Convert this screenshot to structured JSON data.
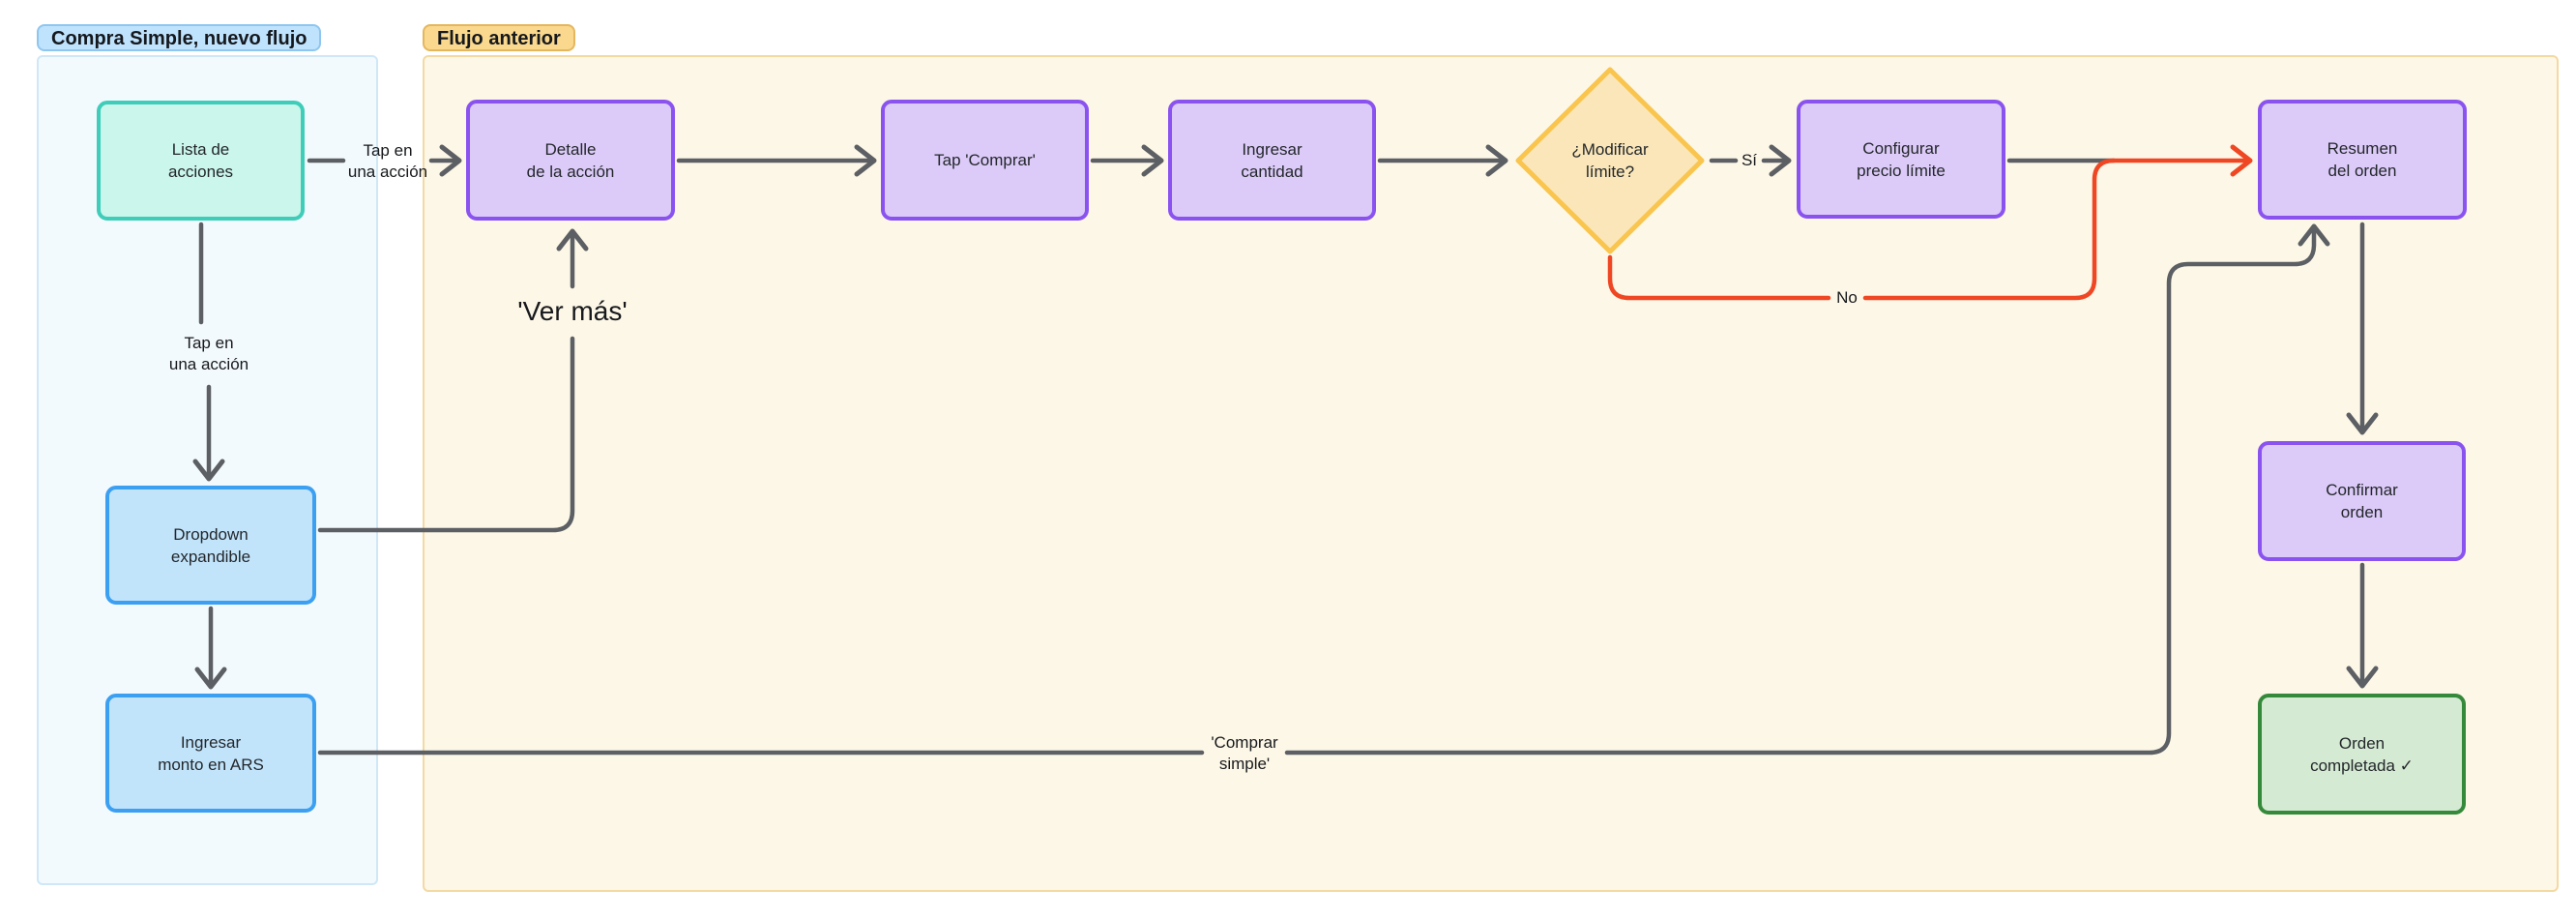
{
  "diagram": {
    "groups": {
      "nuevo_flujo": {
        "label": "Compra Simple, nuevo flujo"
      },
      "flujo_anterior": {
        "label": "Flujo anterior"
      }
    },
    "nodes": {
      "lista_acciones": {
        "label": "Lista de\nacciones"
      },
      "dropdown_expandible": {
        "label": "Dropdown\nexpandible"
      },
      "ingresar_monto": {
        "label": "Ingresar\nmonto en ARS"
      },
      "detalle_accion": {
        "label": "Detalle\nde la acción"
      },
      "tap_comprar": {
        "label": "Tap 'Comprar'"
      },
      "ingresar_cantidad": {
        "label": "Ingresar\ncantidad"
      },
      "modificar_limite": {
        "label": "¿Modificar\nlímite?"
      },
      "configurar_precio": {
        "label": "Configurar\nprecio límite"
      },
      "resumen_orden": {
        "label": "Resumen\ndel orden"
      },
      "confirmar_orden": {
        "label": "Confirmar\norden"
      },
      "orden_completada": {
        "label": "Orden\ncompletada ✓"
      }
    },
    "edge_labels": {
      "tap_accion_1": "Tap en\nuna acción",
      "tap_accion_2": "Tap en\nuna acción",
      "ver_mas": "'Ver más'",
      "si": "Sí",
      "no": "No",
      "comprar_simple": "'Comprar\nsimple'"
    },
    "colors": {
      "teal_fill": "#cbf6ec",
      "teal_border": "#3ecdb9",
      "blue_fill": "#c2e4fb",
      "blue_border": "#3b9ff2",
      "purple_fill": "#dccbf8",
      "purple_border": "#8a53f0",
      "yellow_fill": "#fae6b8",
      "yellow_border": "#f9c54e",
      "green_fill": "#d5ead3",
      "green_border": "#35893a",
      "edge_gray": "#5c5f63",
      "edge_red": "#ef4723",
      "group_blue_bg": "#f3fafe",
      "group_blue_border": "#cfe7f6",
      "group_orange_bg": "#fdf7e7",
      "group_orange_border": "#f3d9a2",
      "pill_blue_bg": "#bfe3fd",
      "pill_blue_border": "#8fc6ef",
      "pill_orange_bg": "#fad88d",
      "pill_orange_border": "#e4b75e"
    }
  }
}
